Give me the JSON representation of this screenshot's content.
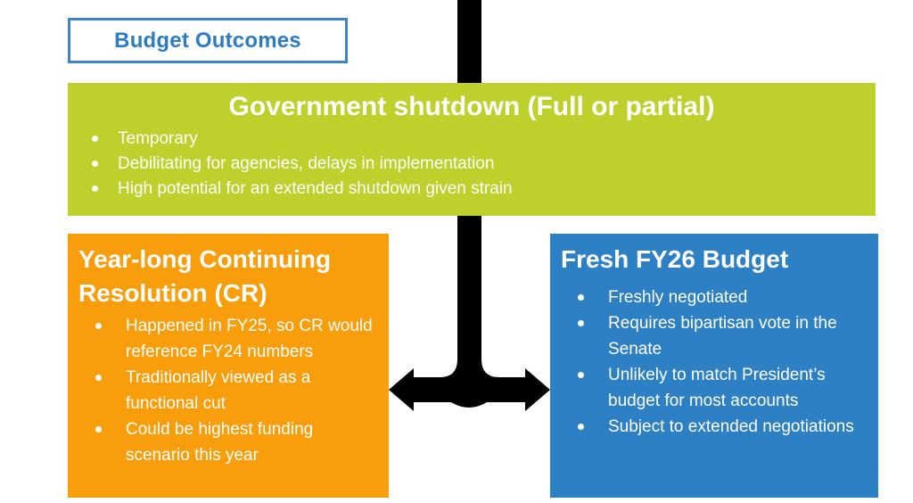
{
  "slide": {
    "title_box": {
      "label": "Budget Outcomes",
      "text_color": "#2b7cc2",
      "border_color": "#3d85c6"
    },
    "arrow": {
      "color": "#000000",
      "description": "vertical flow line from top forking into left and right arrowheads"
    },
    "colors": {
      "green": "#bdd02c",
      "orange": "#f89d0b",
      "blue": "#2d80c4",
      "text_on_boxes": "#ffffff"
    },
    "boxes": {
      "shutdown": {
        "title": "Government shutdown (Full or partial)",
        "bullets": [
          "Temporary",
          "Debilitating for agencies, delays in implementation",
          "High potential for an extended shutdown given strain"
        ]
      },
      "cr": {
        "title": "Year-long Continuing Resolution (CR)",
        "bullets": [
          "Happened in FY25, so CR would reference FY24 numbers",
          "Traditionally viewed as a functional cut",
          "Could be highest funding scenario this year"
        ]
      },
      "fresh": {
        "title": "Fresh FY26 Budget",
        "bullets": [
          "Freshly negotiated",
          "Requires bipartisan vote in the Senate",
          "Unlikely to match President’s budget for most accounts",
          "Subject to extended negotiations"
        ]
      }
    }
  }
}
